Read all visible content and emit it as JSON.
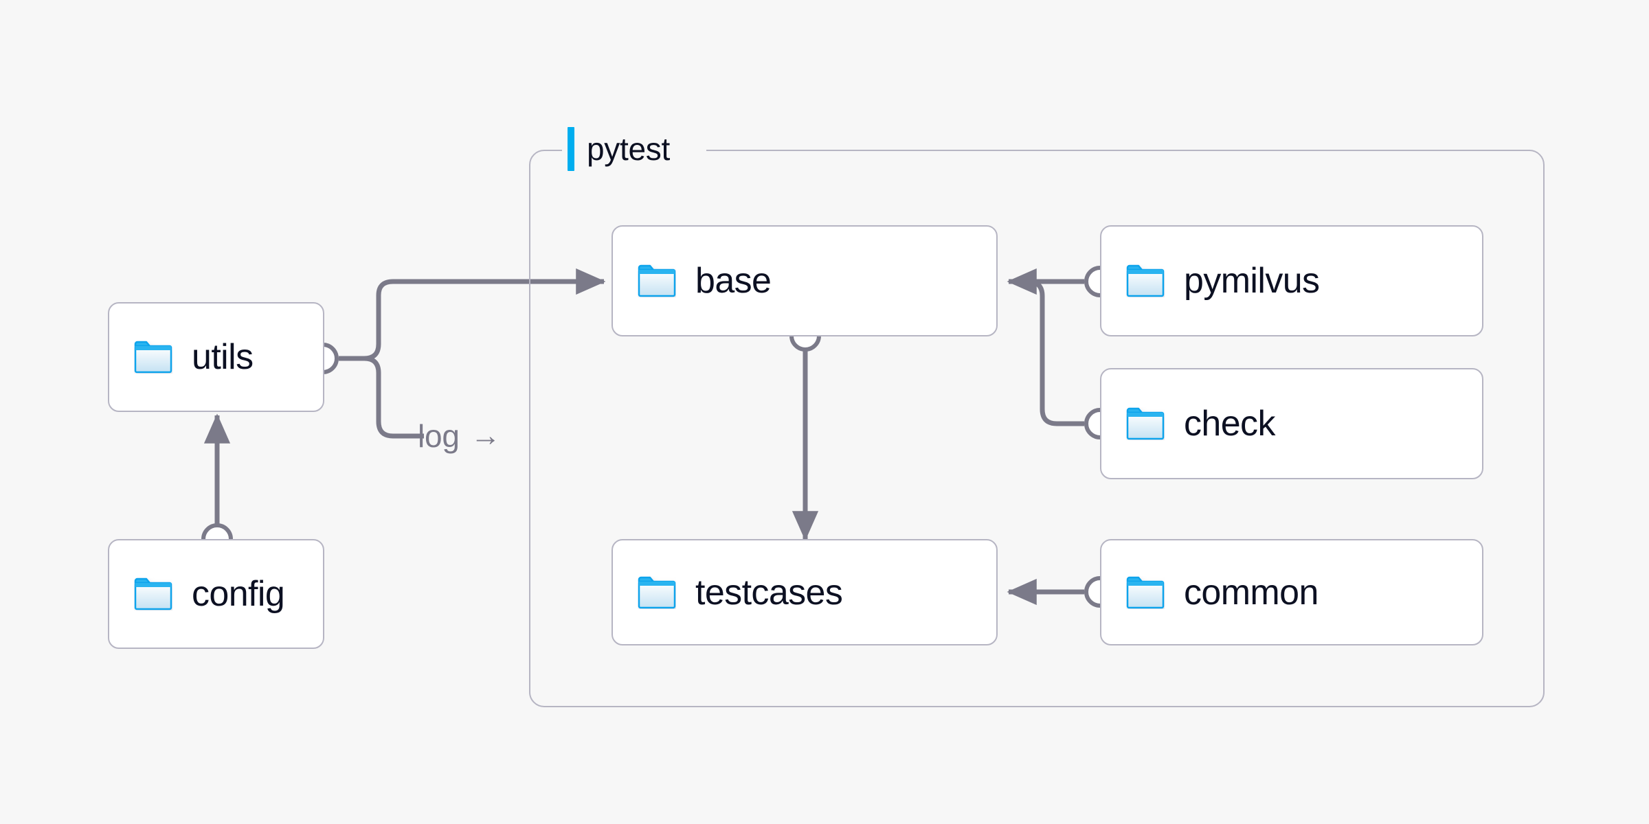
{
  "diagram": {
    "title": "pytest test framework module dependency diagram",
    "background_color": "#f7f7f7",
    "accent_color": "#00aeef",
    "node_border_color": "#b6b5c3",
    "node_fill_color": "#ffffff",
    "edge_color": "#7b7a89",
    "label_color": "#0c1022"
  },
  "group": {
    "label": "pytest",
    "accent_color": "#00aeef"
  },
  "nodes": [
    {
      "id": "utils",
      "label": "utils",
      "icon": "folder-icon"
    },
    {
      "id": "config",
      "label": "config",
      "icon": "folder-icon"
    },
    {
      "id": "base",
      "label": "base",
      "icon": "folder-icon"
    },
    {
      "id": "testcases",
      "label": "testcases",
      "icon": "folder-icon"
    },
    {
      "id": "pymilvus",
      "label": "pymilvus",
      "icon": "folder-icon"
    },
    {
      "id": "check",
      "label": "check",
      "icon": "folder-icon"
    },
    {
      "id": "common",
      "label": "common",
      "icon": "folder-icon"
    }
  ],
  "edges": [
    {
      "id": "utils-base",
      "from": "utils",
      "to": "base",
      "label": ""
    },
    {
      "id": "utils-log",
      "from": "utils",
      "to": "pytest",
      "label": "log"
    },
    {
      "id": "config-utils",
      "from": "config",
      "to": "utils",
      "label": ""
    },
    {
      "id": "base-testcases",
      "from": "base",
      "to": "testcases",
      "label": ""
    },
    {
      "id": "pymilvus-base",
      "from": "pymilvus",
      "to": "base",
      "label": ""
    },
    {
      "id": "check-base",
      "from": "check",
      "to": "base",
      "label": ""
    },
    {
      "id": "common-testcases",
      "from": "common",
      "to": "testcases",
      "label": ""
    }
  ],
  "edge_labels": {
    "log": "log",
    "log_arrow": "→"
  }
}
